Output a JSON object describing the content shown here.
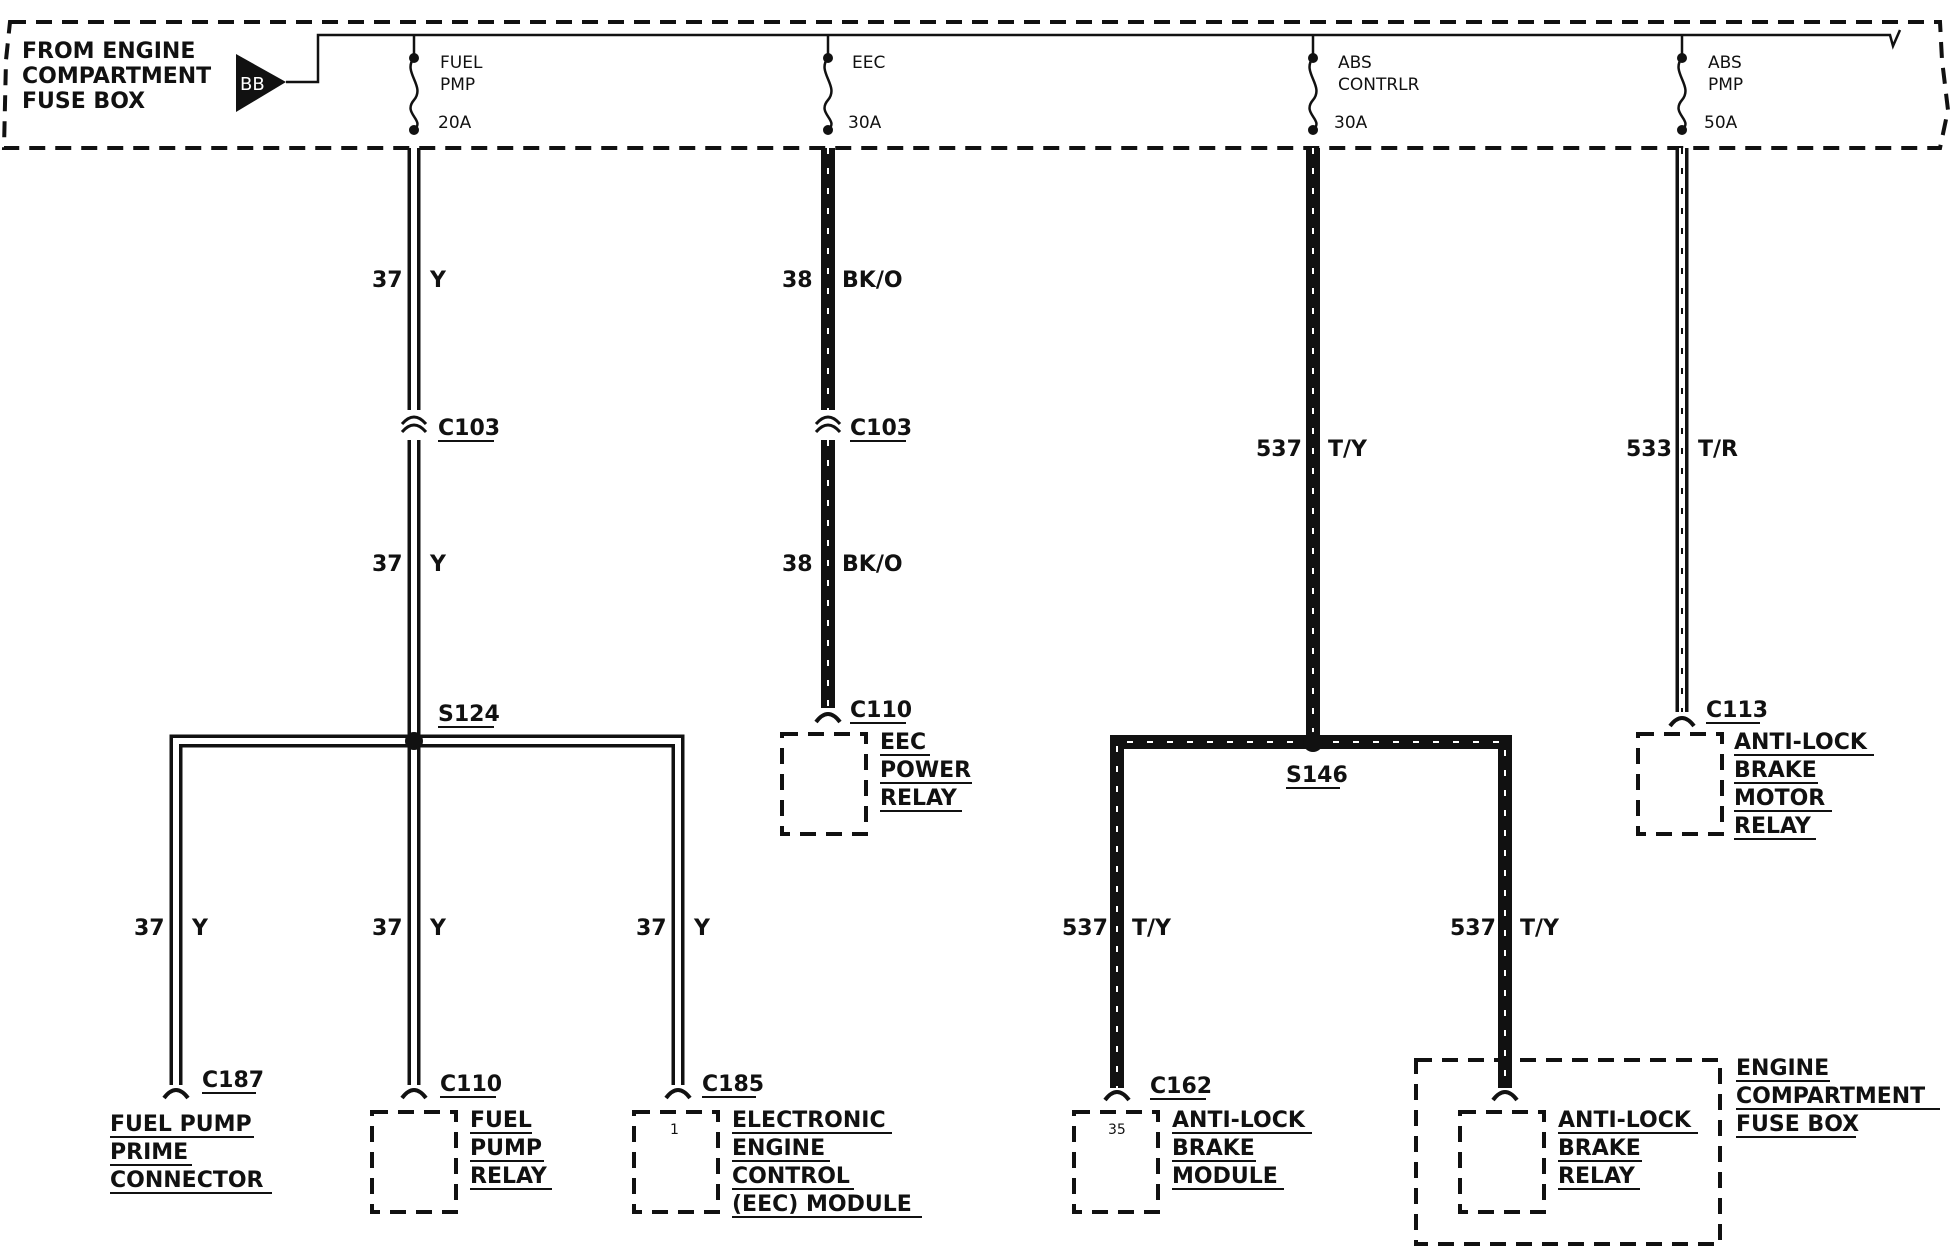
{
  "source": {
    "label_lines": [
      "FROM ENGINE",
      "COMPARTMENT",
      "FUSE BOX"
    ],
    "connector": "BB"
  },
  "fuses": [
    {
      "name_lines": [
        "FUEL",
        "PMP"
      ],
      "rating": "20A"
    },
    {
      "name_lines": [
        "EEC"
      ],
      "rating": "30A"
    },
    {
      "name_lines": [
        "ABS",
        "CONTRLR"
      ],
      "rating": "30A"
    },
    {
      "name_lines": [
        "ABS",
        "PMP"
      ],
      "rating": "50A"
    }
  ],
  "wires": {
    "fuel_pump_upper": {
      "circuit": "37",
      "color": "Y"
    },
    "fuel_pump_lower": {
      "circuit": "37",
      "color": "Y"
    },
    "eec_upper": {
      "circuit": "38",
      "color": "BK/O"
    },
    "eec_lower": {
      "circuit": "38",
      "color": "BK/O"
    },
    "abs_main": {
      "circuit": "537",
      "color": "T/Y"
    },
    "abs_pump": {
      "circuit": "533",
      "color": "T/R"
    },
    "prime_branch": {
      "circuit": "37",
      "color": "Y"
    },
    "relay_branch": {
      "circuit": "37",
      "color": "Y"
    },
    "pcm_branch": {
      "circuit": "37",
      "color": "Y"
    },
    "abs_module_branch": {
      "circuit": "537",
      "color": "T/Y"
    },
    "abs_relay_branch": {
      "circuit": "537",
      "color": "T/Y"
    }
  },
  "connectors": {
    "fuel_inline": "C103",
    "eec_inline": "C103",
    "eec_relay": "C110",
    "abs_motor_relay": "C113",
    "prime": "C187",
    "fuel_relay": "C110",
    "pcm": "C185",
    "abs_module": "C162"
  },
  "splices": {
    "fuel": "S124",
    "abs": "S146"
  },
  "components": {
    "eec_power_relay": [
      "EEC",
      "POWER",
      "RELAY"
    ],
    "abs_motor_relay": [
      "ANTI-LOCK",
      "BRAKE",
      "MOTOR",
      "RELAY"
    ],
    "fuel_pump_prime_connector": [
      "FUEL PUMP",
      "PRIME",
      "CONNECTOR"
    ],
    "fuel_pump_relay": [
      "FUEL",
      "PUMP",
      "RELAY"
    ],
    "eec_module": [
      "ELECTRONIC",
      "ENGINE",
      "CONTROL",
      "(EEC)  MODULE"
    ],
    "abs_module": [
      "ANTI-LOCK",
      "BRAKE",
      "MODULE"
    ],
    "abs_brake_relay": [
      "ANTI-LOCK",
      "BRAKE",
      "RELAY"
    ],
    "engine_fuse_box": [
      "ENGINE",
      "COMPARTMENT",
      "FUSE BOX"
    ]
  },
  "pins": {
    "pcm": "1",
    "abs_module": "35"
  }
}
